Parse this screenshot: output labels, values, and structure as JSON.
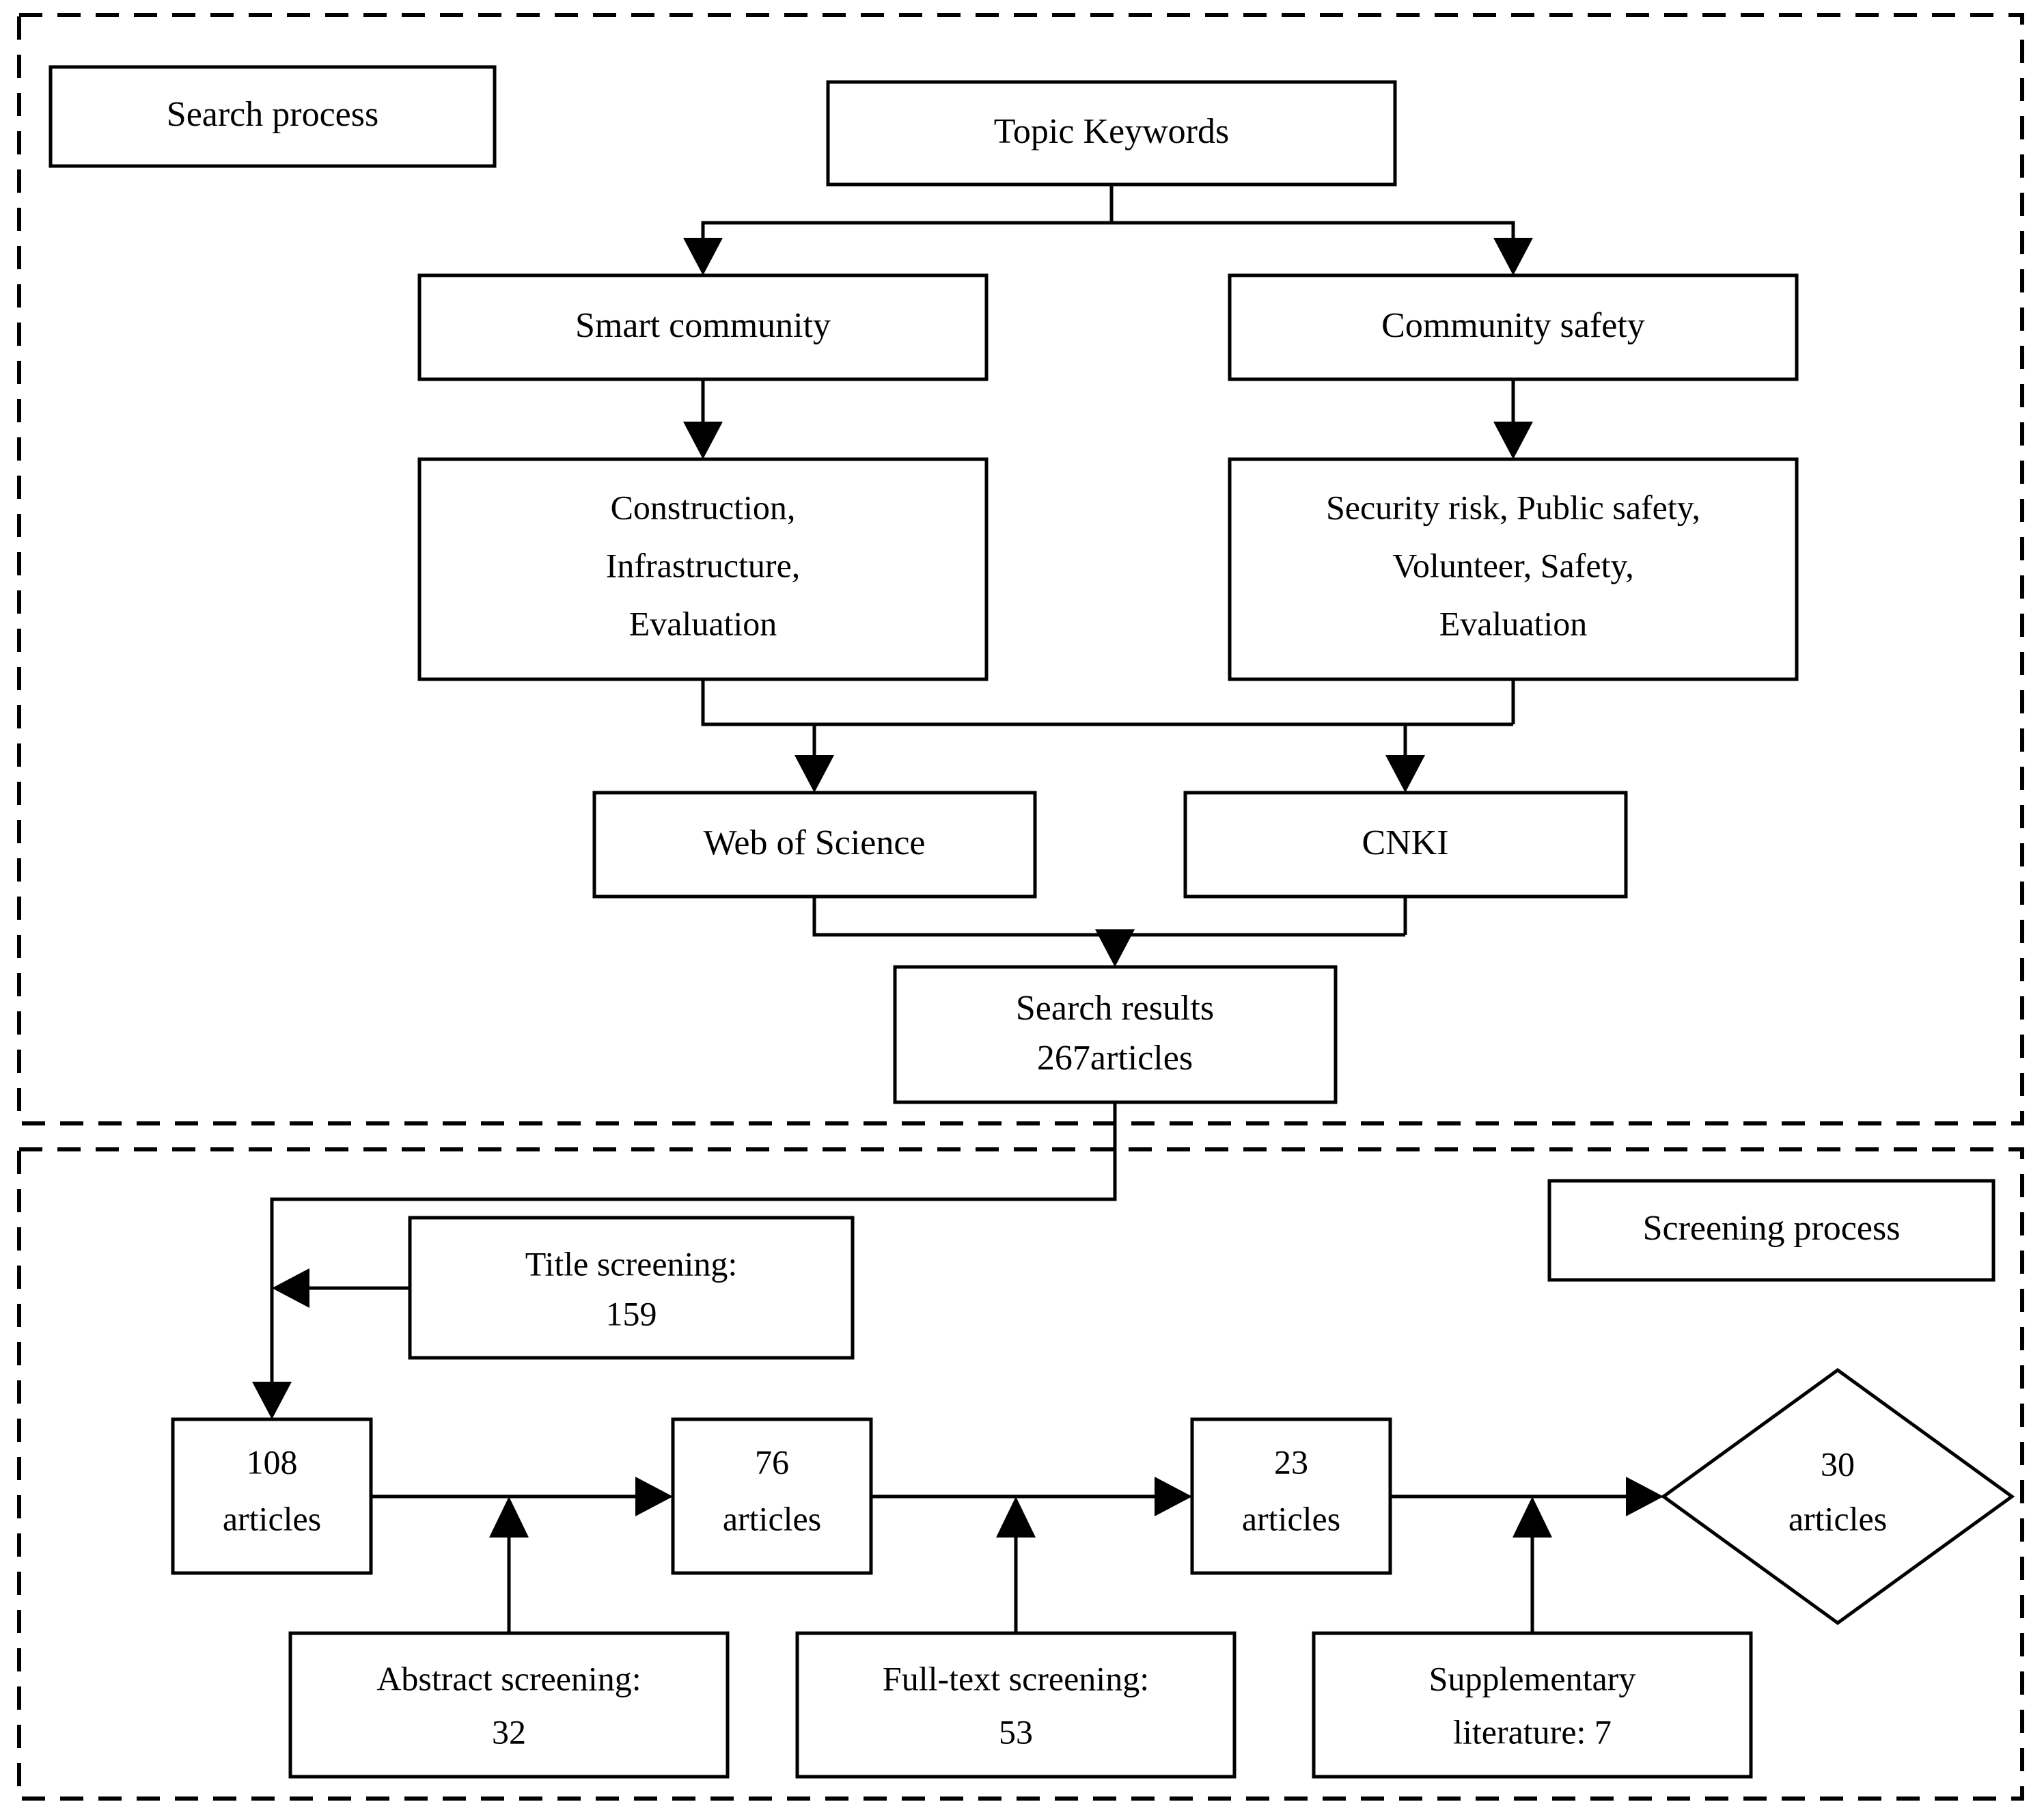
{
  "figure": {
    "type": "flowchart",
    "title": "Literature search and screening flow diagram",
    "colors": {
      "stroke": "#000000",
      "fill": "#ffffff",
      "background": "#ffffff"
    }
  },
  "groups": {
    "search": {
      "label": "Search process"
    },
    "screening": {
      "label": "Screening process"
    }
  },
  "nodes": {
    "topic_keywords": {
      "label": "Topic Keywords"
    },
    "smart_community": {
      "label": "Smart community"
    },
    "community_safety": {
      "label": "Community safety"
    },
    "smart_terms": {
      "line1": "Construction,",
      "line2": "Infrastructure,",
      "line3": "Evaluation"
    },
    "safety_terms": {
      "line1": "Security risk, Public safety,",
      "line2": "Volunteer, Safety,",
      "line3": "Evaluation"
    },
    "web_of_science": {
      "label": "Web of Science"
    },
    "cnki": {
      "label": "CNKI"
    },
    "search_results": {
      "line1": "Search results",
      "line2": "267articles"
    },
    "title_screening": {
      "line1": "Title screening:",
      "line2": "159"
    },
    "articles_108": {
      "line1": "108",
      "line2": "articles"
    },
    "articles_76": {
      "line1": "76",
      "line2": "articles"
    },
    "articles_23": {
      "line1": "23",
      "line2": "articles"
    },
    "articles_30": {
      "line1": "30",
      "line2": "articles"
    },
    "abstract_screening": {
      "line1": "Abstract screening:",
      "line2": "32"
    },
    "fulltext_screening": {
      "line1": "Full-text screening:",
      "line2": "53"
    },
    "supplementary_literature": {
      "line1": "Supplementary",
      "line2": "literature: 7"
    }
  },
  "chart_data": {
    "type": "flowchart",
    "title": "Literature search and screening flow diagram",
    "stages": [
      {
        "id": "topic_keywords",
        "label": "Topic Keywords",
        "count": null
      },
      {
        "id": "smart_community",
        "label": "Smart community",
        "count": null
      },
      {
        "id": "community_safety",
        "label": "Community safety",
        "count": null
      },
      {
        "id": "smart_terms",
        "label": "Construction, Infrastructure, Evaluation",
        "count": null
      },
      {
        "id": "safety_terms",
        "label": "Security risk, Public safety, Volunteer, Safety, Evaluation",
        "count": null
      },
      {
        "id": "web_of_science",
        "label": "Web of Science",
        "count": null
      },
      {
        "id": "cnki",
        "label": "CNKI",
        "count": null
      },
      {
        "id": "search_results",
        "label": "Search results",
        "count": 267
      },
      {
        "id": "title_screening",
        "label": "Title screening",
        "count": 159
      },
      {
        "id": "articles_108",
        "label": "articles",
        "count": 108
      },
      {
        "id": "abstract_screening",
        "label": "Abstract screening",
        "count": 32
      },
      {
        "id": "articles_76",
        "label": "articles",
        "count": 76
      },
      {
        "id": "fulltext_screening",
        "label": "Full-text screening",
        "count": 53
      },
      {
        "id": "articles_23",
        "label": "articles",
        "count": 23
      },
      {
        "id": "supplementary_literature",
        "label": "Supplementary literature",
        "count": 7
      },
      {
        "id": "articles_30",
        "label": "articles",
        "count": 30
      }
    ],
    "edges": [
      {
        "from": "topic_keywords",
        "to": "smart_community"
      },
      {
        "from": "topic_keywords",
        "to": "community_safety"
      },
      {
        "from": "smart_community",
        "to": "smart_terms"
      },
      {
        "from": "community_safety",
        "to": "safety_terms"
      },
      {
        "from": "smart_terms",
        "to": "web_of_science"
      },
      {
        "from": "smart_terms",
        "to": "cnki"
      },
      {
        "from": "safety_terms",
        "to": "web_of_science"
      },
      {
        "from": "safety_terms",
        "to": "cnki"
      },
      {
        "from": "web_of_science",
        "to": "search_results"
      },
      {
        "from": "cnki",
        "to": "search_results"
      },
      {
        "from": "search_results",
        "to": "articles_108"
      },
      {
        "from": "title_screening",
        "to": "articles_108"
      },
      {
        "from": "articles_108",
        "to": "articles_76"
      },
      {
        "from": "abstract_screening",
        "to": "articles_76"
      },
      {
        "from": "articles_76",
        "to": "articles_23"
      },
      {
        "from": "fulltext_screening",
        "to": "articles_23"
      },
      {
        "from": "articles_23",
        "to": "articles_30"
      },
      {
        "from": "supplementary_literature",
        "to": "articles_30"
      }
    ]
  }
}
